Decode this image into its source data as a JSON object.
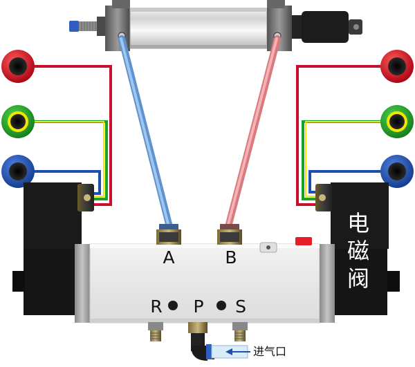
{
  "valve": {
    "port_a": "A",
    "port_b": "B",
    "port_r": "R",
    "port_p": "P",
    "port_s": "S",
    "solenoid_label": [
      "电",
      "磁",
      "阀"
    ],
    "inlet_label": "进气口"
  },
  "colors": {
    "red_wire": "#c8102e",
    "green_wire": "#19a326",
    "yellow_wire": "#f2e600",
    "blue_wire": "#1f4fa8",
    "hose_a": "#7fb2e6",
    "hose_b": "#ec8f92",
    "valve_body": "#e8e8e8",
    "coil": "#1a1a1a"
  }
}
